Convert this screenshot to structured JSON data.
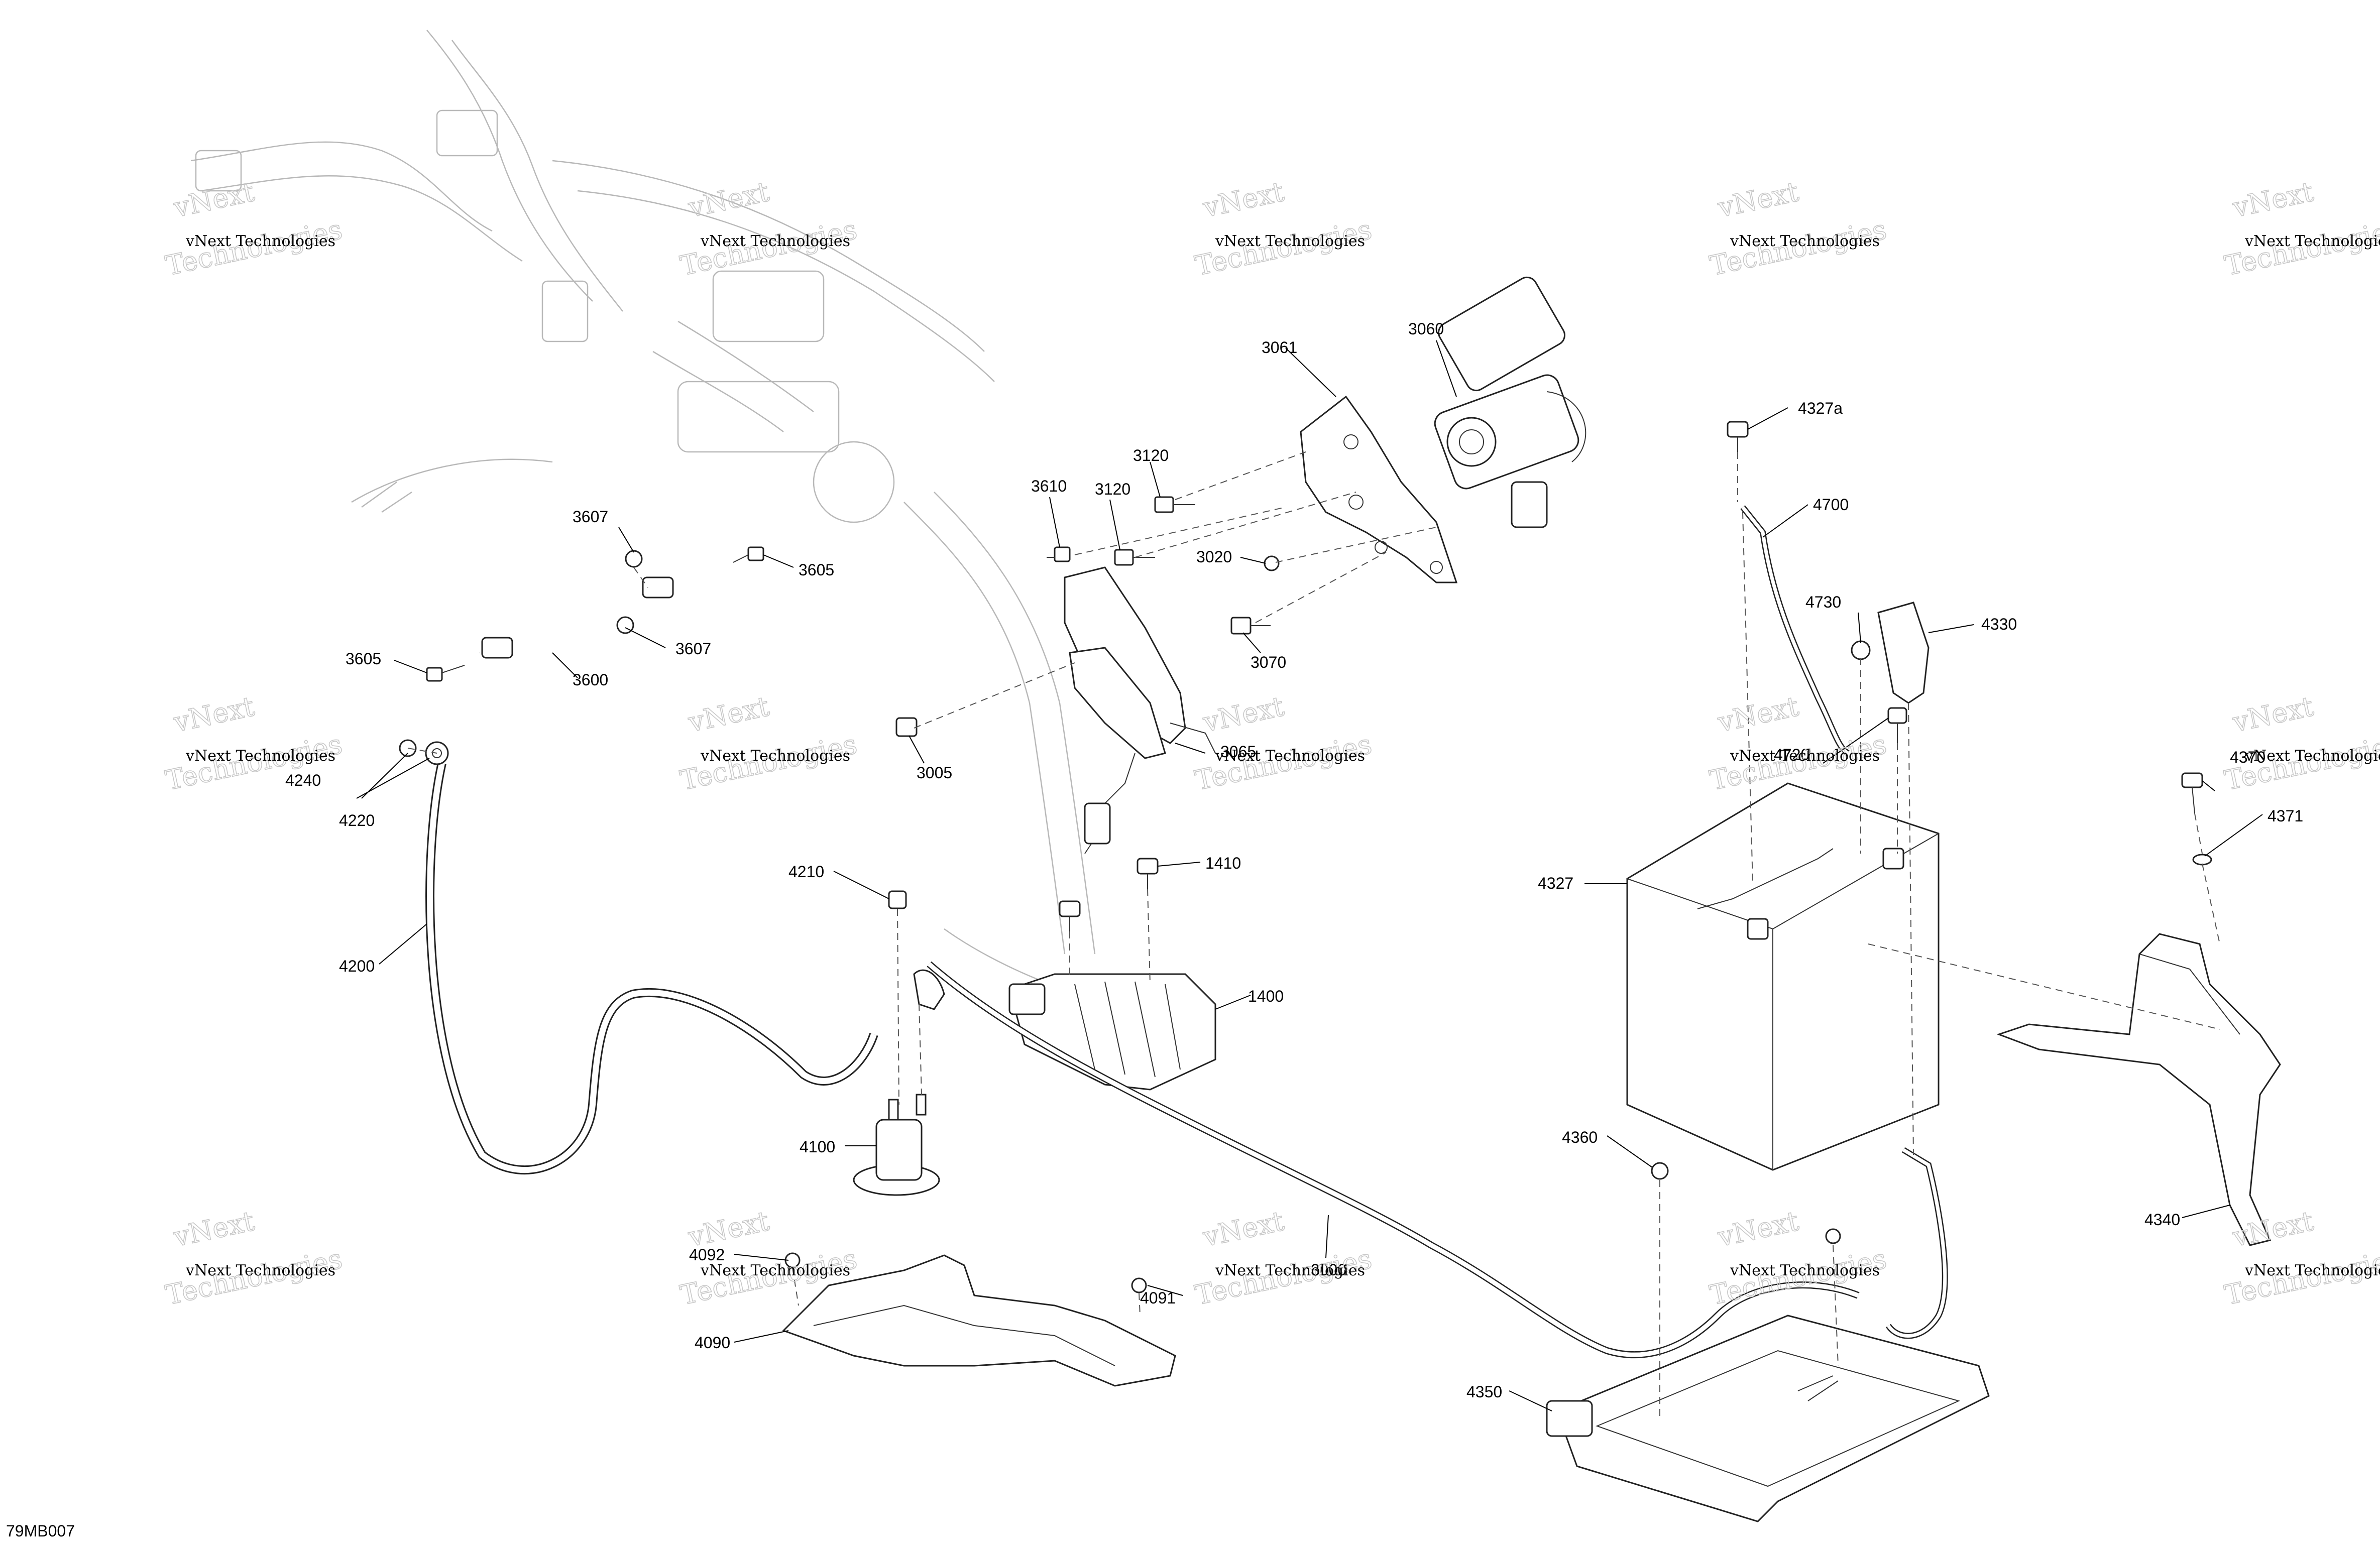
{
  "diagram_code": "79MB007",
  "watermark": {
    "line1": "vNext Technologies",
    "line2": "Technologies",
    "top": "vNext"
  },
  "callouts": {
    "p3060": "3060",
    "p3061": "3061",
    "p3120a": "3120",
    "p3120b": "3120",
    "p3610": "3610",
    "p3020": "3020",
    "p3070": "3070",
    "p3607a": "3607",
    "p3605a": "3605",
    "p3605b": "3605",
    "p3607b": "3607",
    "p3600": "3600",
    "p3005": "3005",
    "p3065": "3065",
    "p4327a": "4327a",
    "p4700": "4700",
    "p4730": "4730",
    "p4330": "4330",
    "p4720": "4720",
    "p4327": "4327",
    "p4240": "4240",
    "p4220": "4220",
    "p4200": "4200",
    "p4210": "4210",
    "p1410": "1410",
    "p1400": "1400",
    "p4100": "4100",
    "p4370": "4370",
    "p4371": "4371",
    "p4340": "4340",
    "p4360": "4360",
    "p3000": "3000",
    "p4092": "4092",
    "p4091": "4091",
    "p4090": "4090",
    "p4350": "4350"
  }
}
